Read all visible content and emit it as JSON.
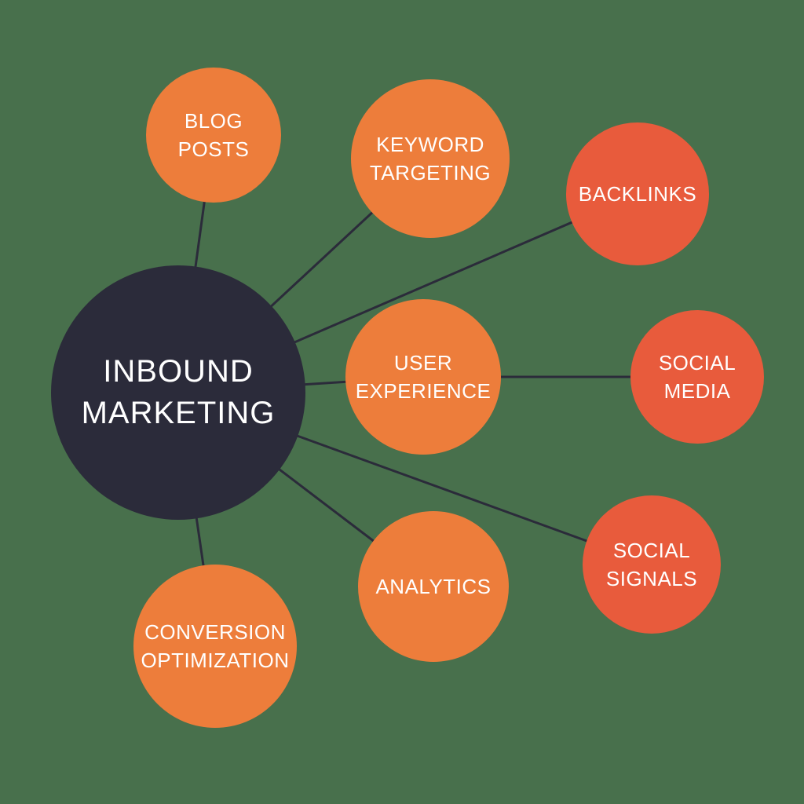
{
  "diagram": {
    "hub": {
      "id": "inbound-marketing",
      "label": "INBOUND\nMARKETING"
    },
    "nodes": [
      {
        "id": "blog-posts",
        "label": "BLOG\nPOSTS",
        "color": "orange"
      },
      {
        "id": "keyword-targeting",
        "label": "KEYWORD\nTARGETING",
        "color": "orange"
      },
      {
        "id": "backlinks",
        "label": "BACKLINKS",
        "color": "red-orange"
      },
      {
        "id": "user-experience",
        "label": "USER\nEXPERIENCE",
        "color": "orange"
      },
      {
        "id": "social-media",
        "label": "SOCIAL\nMEDIA",
        "color": "red-orange"
      },
      {
        "id": "analytics",
        "label": "ANALYTICS",
        "color": "orange"
      },
      {
        "id": "social-signals",
        "label": "SOCIAL\nSIGNALS",
        "color": "red-orange"
      },
      {
        "id": "conversion-optimization",
        "label": "CONVERSION\nOPTIMIZATION",
        "color": "orange"
      }
    ],
    "edges": [
      [
        "inbound-marketing",
        "blog-posts"
      ],
      [
        "inbound-marketing",
        "keyword-targeting"
      ],
      [
        "inbound-marketing",
        "backlinks"
      ],
      [
        "inbound-marketing",
        "user-experience"
      ],
      [
        "inbound-marketing",
        "analytics"
      ],
      [
        "inbound-marketing",
        "social-signals"
      ],
      [
        "inbound-marketing",
        "conversion-optimization"
      ],
      [
        "user-experience",
        "social-media"
      ]
    ]
  },
  "colors": {
    "background": "#48704C",
    "hub": "#2B2B3A",
    "orange": "#ED7D3B",
    "red_orange": "#E85B3C",
    "line": "#2B2B3A",
    "text": "#FFFFFF"
  }
}
